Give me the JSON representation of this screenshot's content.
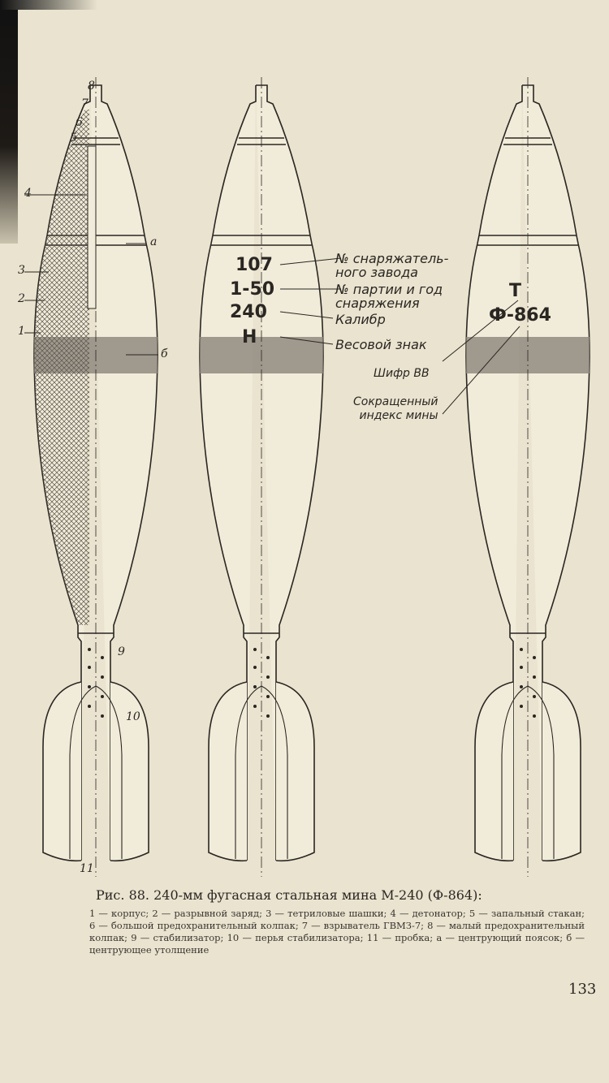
{
  "figure": {
    "part_numbers": [
      "1",
      "2",
      "3",
      "4",
      "5",
      "6",
      "7",
      "8",
      "9",
      "10",
      "11",
      "а",
      "б"
    ],
    "markings": {
      "plant": "107",
      "batch_year": "1-50",
      "caliber": "240",
      "weight_sign": "Н",
      "explosive_code": "Т",
      "short_index": "Ф-864"
    },
    "annotations": {
      "plant": "№ снаряжатель-\nного завода",
      "batch_year": "№ партии и год\nснаряжения",
      "caliber": "Калибр",
      "weight_sign": "Весовой знак",
      "explosive_code": "Шифр ВВ",
      "short_index": "Сокращенный\nиндекс мины"
    }
  },
  "caption": {
    "title": "Рис. 88. 240-мм фугасная стальная мина М-240 (Ф-864):",
    "legend": "1 — корпус; 2 — разрывной заряд; 3 — тетриловые шашки; 4 — детонатор; 5 — запальный стакан; 6 — большой предохранительный колпак; 7 — взрыватель ГВМЗ-7; 8 — малый предохранительный колпак; 9 — стабилизатор; 10 — перья стабилизатора; 11 — пробка; а — центрующий поясок; б — центрующее утолщение"
  },
  "page_number": "133"
}
